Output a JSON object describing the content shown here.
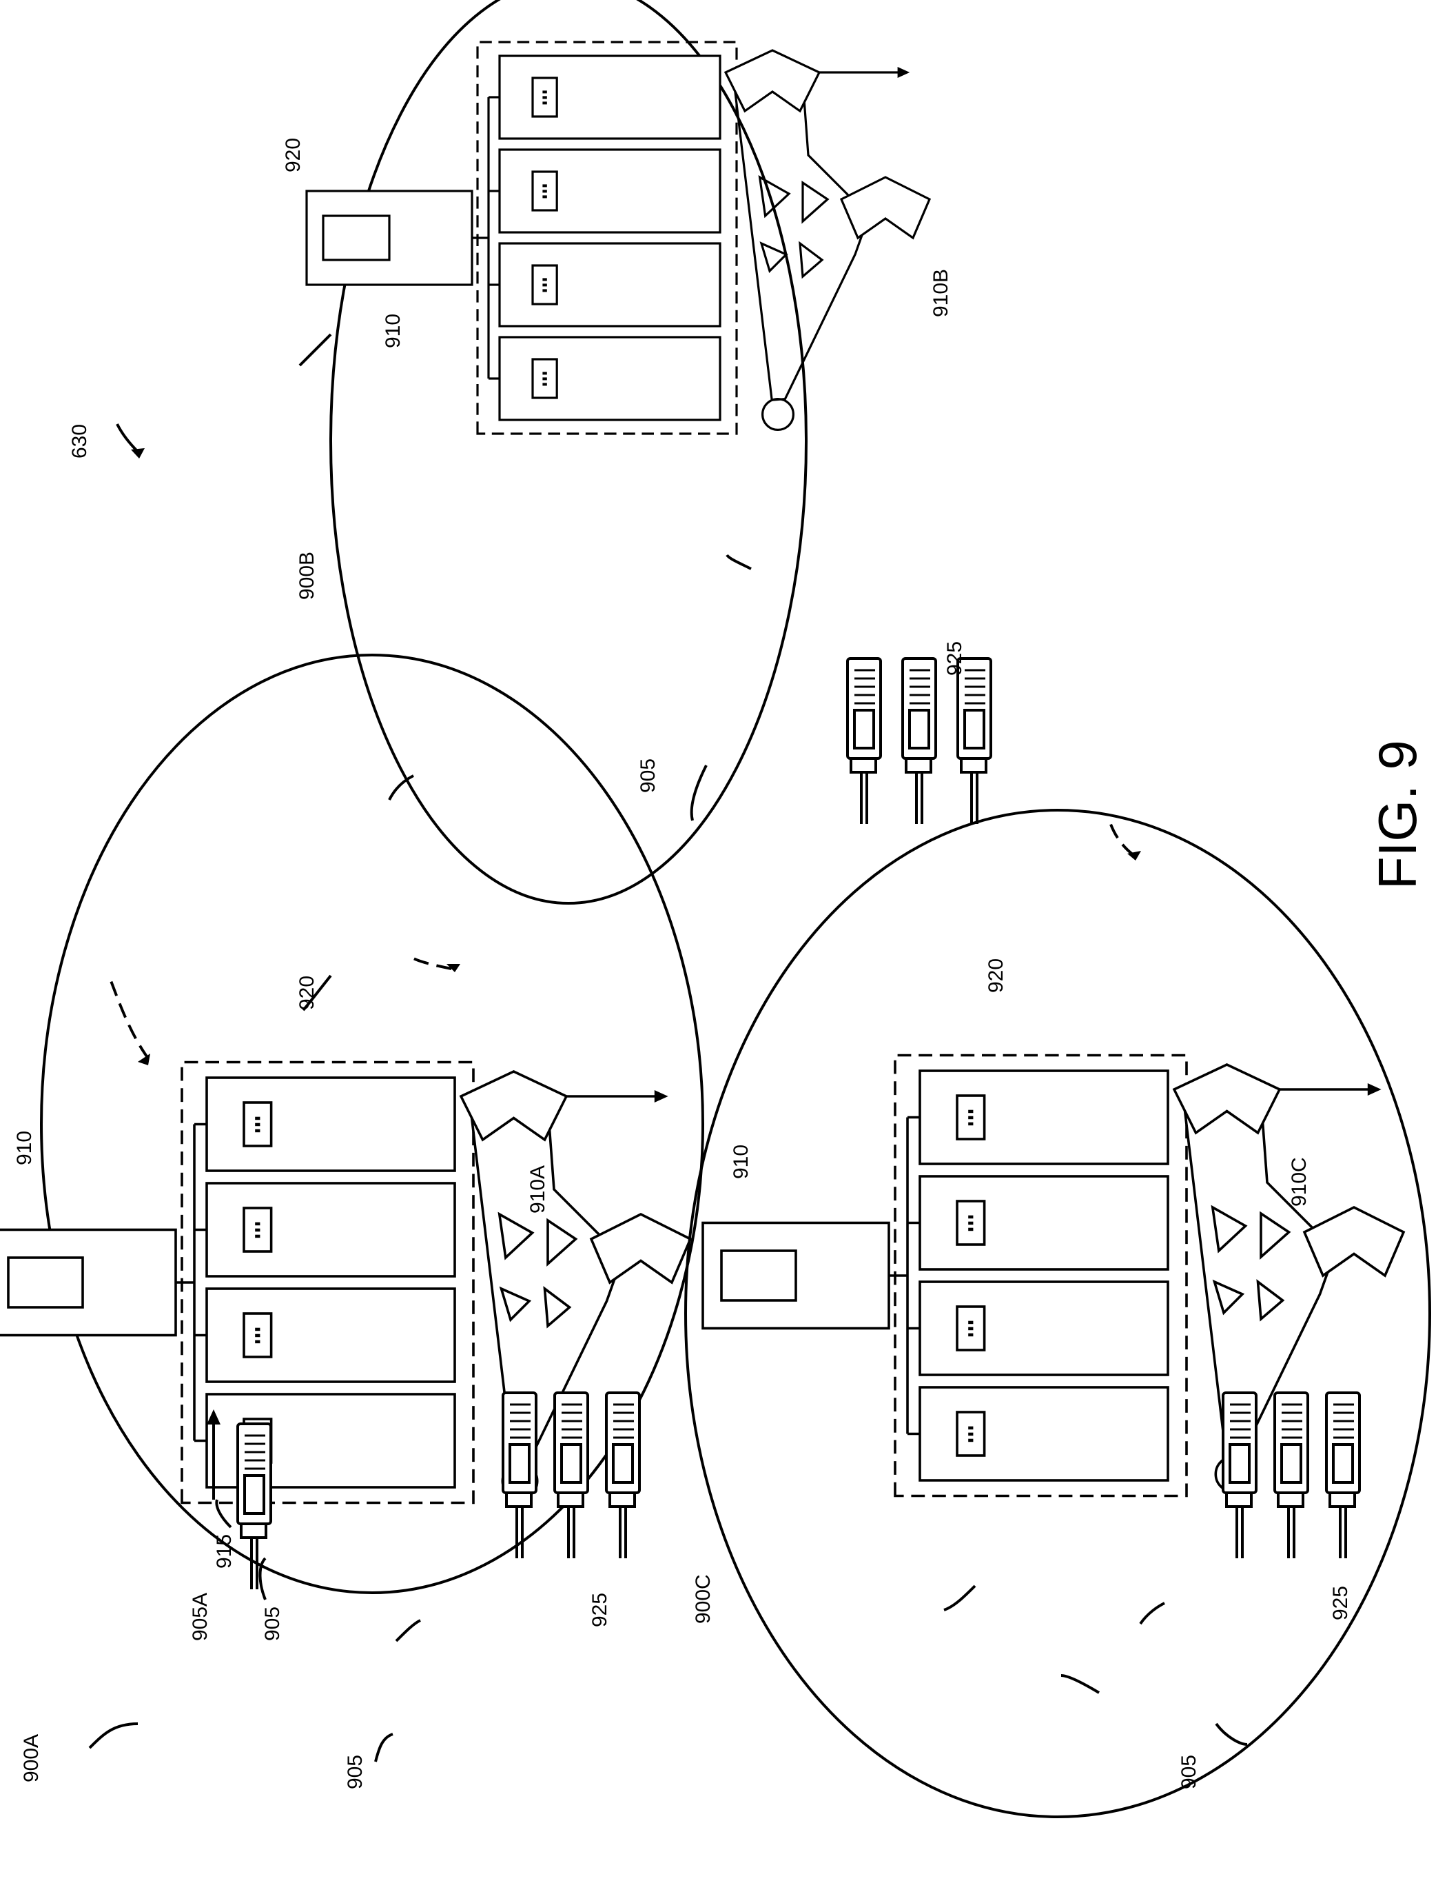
{
  "figure": {
    "ref_630": "630",
    "caption": "FIG. 9"
  },
  "clusters": [
    {
      "id": "900A",
      "label_cluster": "900A",
      "label_group": "910",
      "label_server": "910A",
      "label_mgmt": "920",
      "label_link": "925",
      "label_handsets": "905",
      "label_single_a": "905A",
      "label_single_b": "905",
      "label_uplink": "915"
    },
    {
      "id": "900B",
      "label_cluster": "900B",
      "label_group": "910",
      "label_server": "910B",
      "label_mgmt": "920",
      "label_link": "925",
      "label_handsets": "905"
    },
    {
      "id": "900C",
      "label_cluster": "900C",
      "label_group": "910",
      "label_server": "910C",
      "label_mgmt": "920",
      "label_link": "925",
      "label_handsets": "905"
    }
  ]
}
